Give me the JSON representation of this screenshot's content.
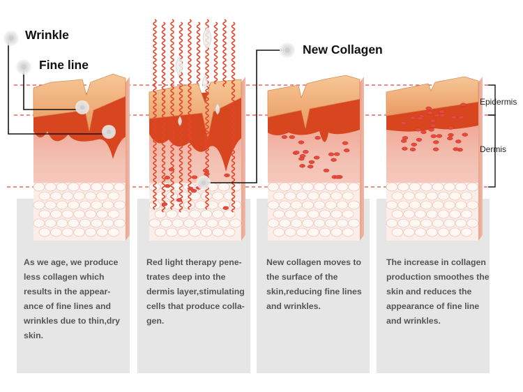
{
  "labels": {
    "wrinkle": "Wrinkle",
    "fine_line": "Fine line",
    "new_collagen": "New Collagen",
    "epidermis": "Epidermis",
    "dermis": "Dermis"
  },
  "captions": [
    {
      "lines": [
        "As we age, we produce",
        "less collagen which",
        "results in the appear-",
        "ance of fine lines and",
        "wrinkles due to thin,dry",
        "skin."
      ]
    },
    {
      "lines": [
        "Red light therapy pene-",
        "trates deep into the",
        "dermis layer,stimulating",
        "cells that produce colla-",
        "gen."
      ]
    },
    {
      "lines": [
        "New collagen moves to",
        "the surface of the",
        "skin,reducing fine lines",
        "and wrinkles."
      ]
    },
    {
      "lines": [
        "The increase in collagen",
        "production smoothes the",
        "skin and reduces the",
        "appearance of fine line",
        "and wrinkles."
      ]
    }
  ],
  "colors": {
    "panel_bg": "#e6e6e6",
    "epidermis_top": "#f1b27d",
    "red_layer": "#d8461f",
    "dermis_pink": "#f3c3b5",
    "fat_white": "#fbeee8",
    "light_wave": "#e2452a",
    "dashed_line": "#e0473a"
  },
  "icons": [
    "marker-dot-icon",
    "light-wave-icon",
    "water-drop-icon",
    "collagen-cell-icon"
  ]
}
